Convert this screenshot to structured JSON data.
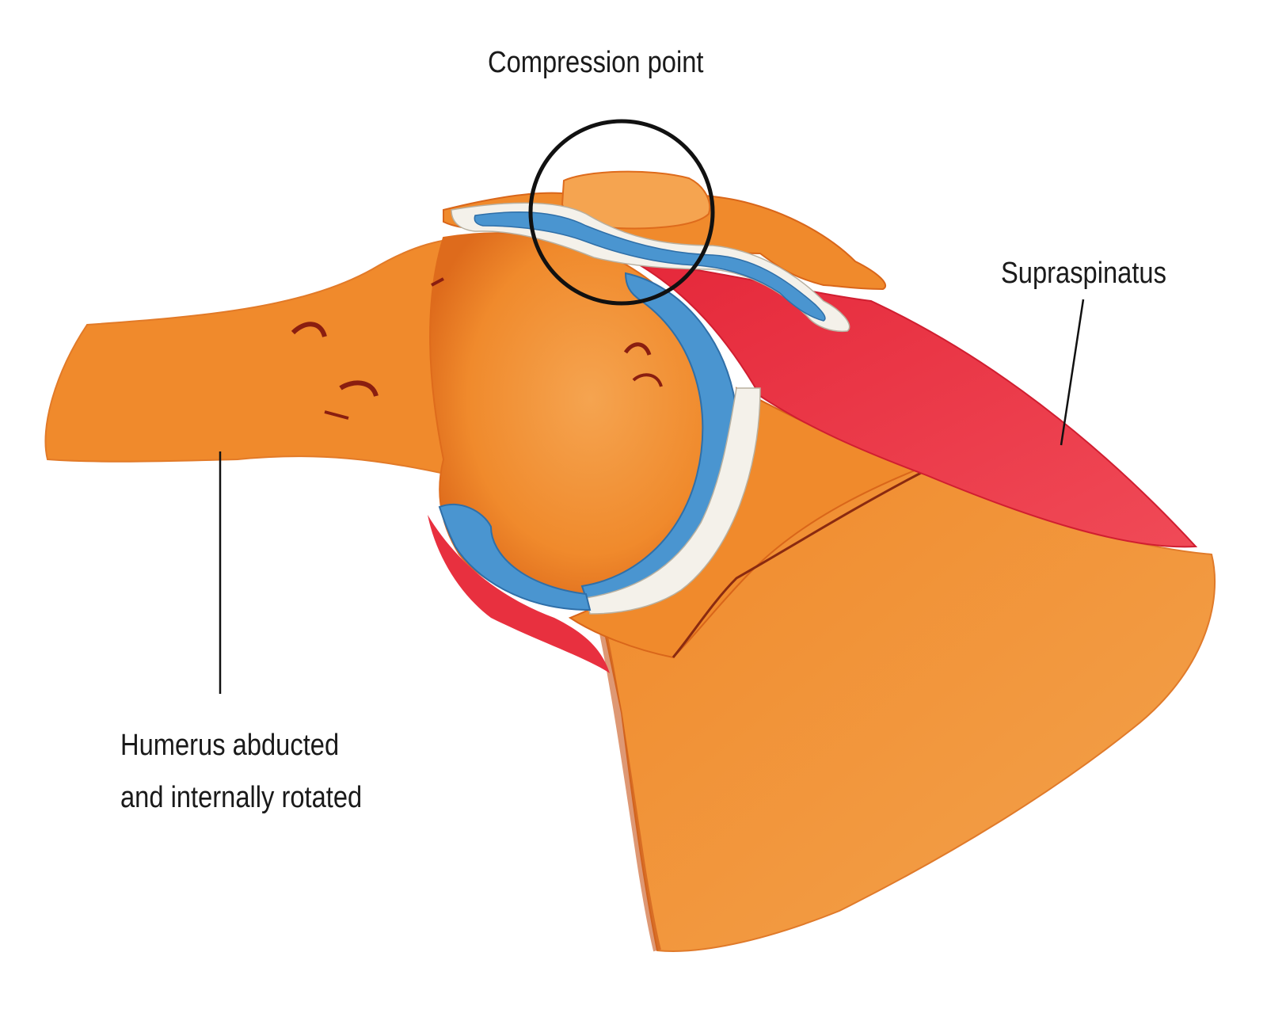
{
  "labels": {
    "compression_point": "Compression point",
    "supraspinatus": "Supraspinatus",
    "humerus_line1": "Humerus abducted",
    "humerus_line2": "and internally rotated"
  },
  "colors": {
    "background": "#ffffff",
    "bone": "#f08a2c",
    "bone_dark": "#d9661a",
    "bone_shadow": "#c85418",
    "muscle": "#e8303f",
    "cartilage_blue": "#4a95d0",
    "cartilage_white": "#f4f1ea",
    "line": "#1a1a1a"
  }
}
